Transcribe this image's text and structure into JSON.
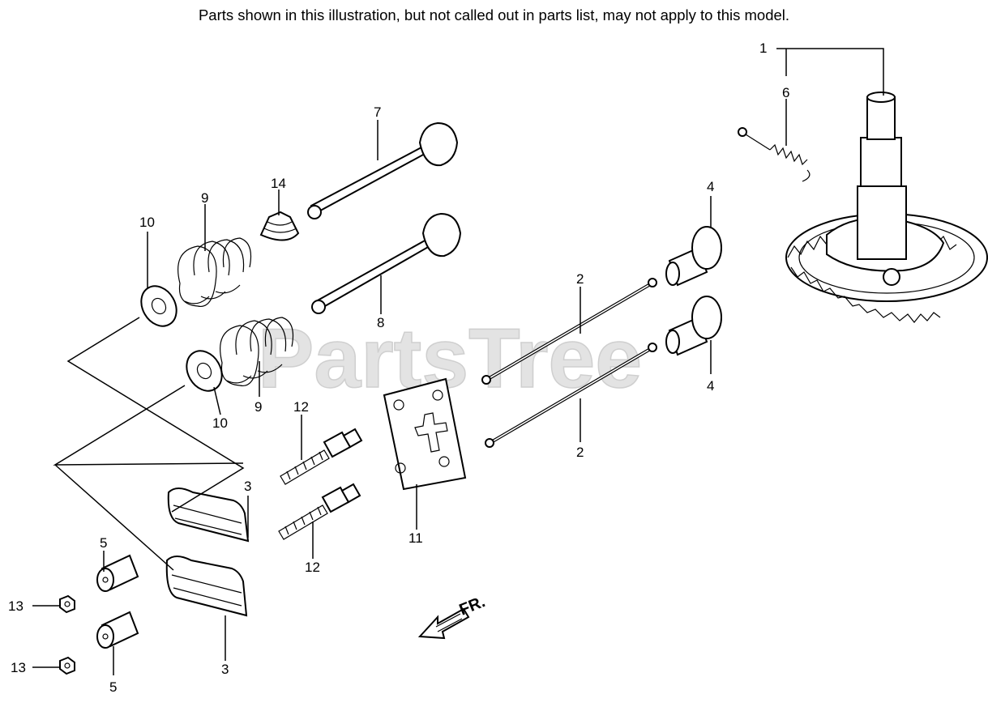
{
  "notice": "Parts shown in this illustration, but not called out in parts list, may not apply to this model.",
  "watermark": "PartsTree",
  "direction_label": "FR.",
  "callouts": {
    "c1": "1",
    "c6": "6",
    "c7": "7",
    "c14": "14",
    "c9a": "9",
    "c10a": "10",
    "c8": "8",
    "c4a": "4",
    "c2a": "2",
    "c4b": "4",
    "c9b": "9",
    "c10b": "10",
    "c12a": "12",
    "c2b": "2",
    "c3a": "3",
    "c5a": "5",
    "c11": "11",
    "c12b": "12",
    "c13a": "13",
    "c3b": "3",
    "c13b": "13",
    "c5b": "5"
  }
}
